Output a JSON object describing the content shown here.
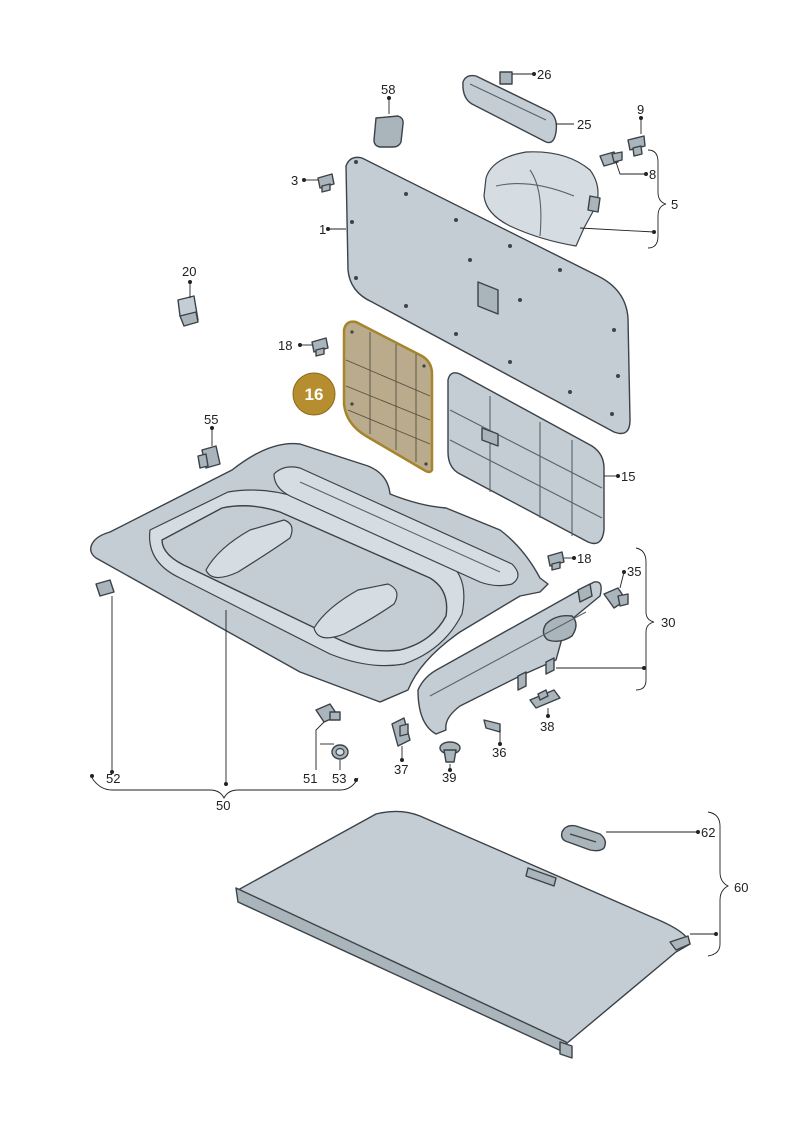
{
  "diagram": {
    "highlighted_part": "16",
    "colors": {
      "highlight": "#b78e2f",
      "part_fill": "#c3cdd3",
      "outline": "#3c4248"
    },
    "labels": {
      "l1": "1",
      "l3": "3",
      "l5": "5",
      "l8": "8",
      "l9": "9",
      "l15": "15",
      "l16": "16",
      "l18a": "18",
      "l18b": "18",
      "l20": "20",
      "l25": "25",
      "l26": "26",
      "l30": "30",
      "l35": "35",
      "l36": "36",
      "l37": "37",
      "l38": "38",
      "l39": "39",
      "l50": "50",
      "l51": "51",
      "l52": "52",
      "l53": "53",
      "l55": "55",
      "l58": "58",
      "l60": "60",
      "l62": "62"
    }
  }
}
